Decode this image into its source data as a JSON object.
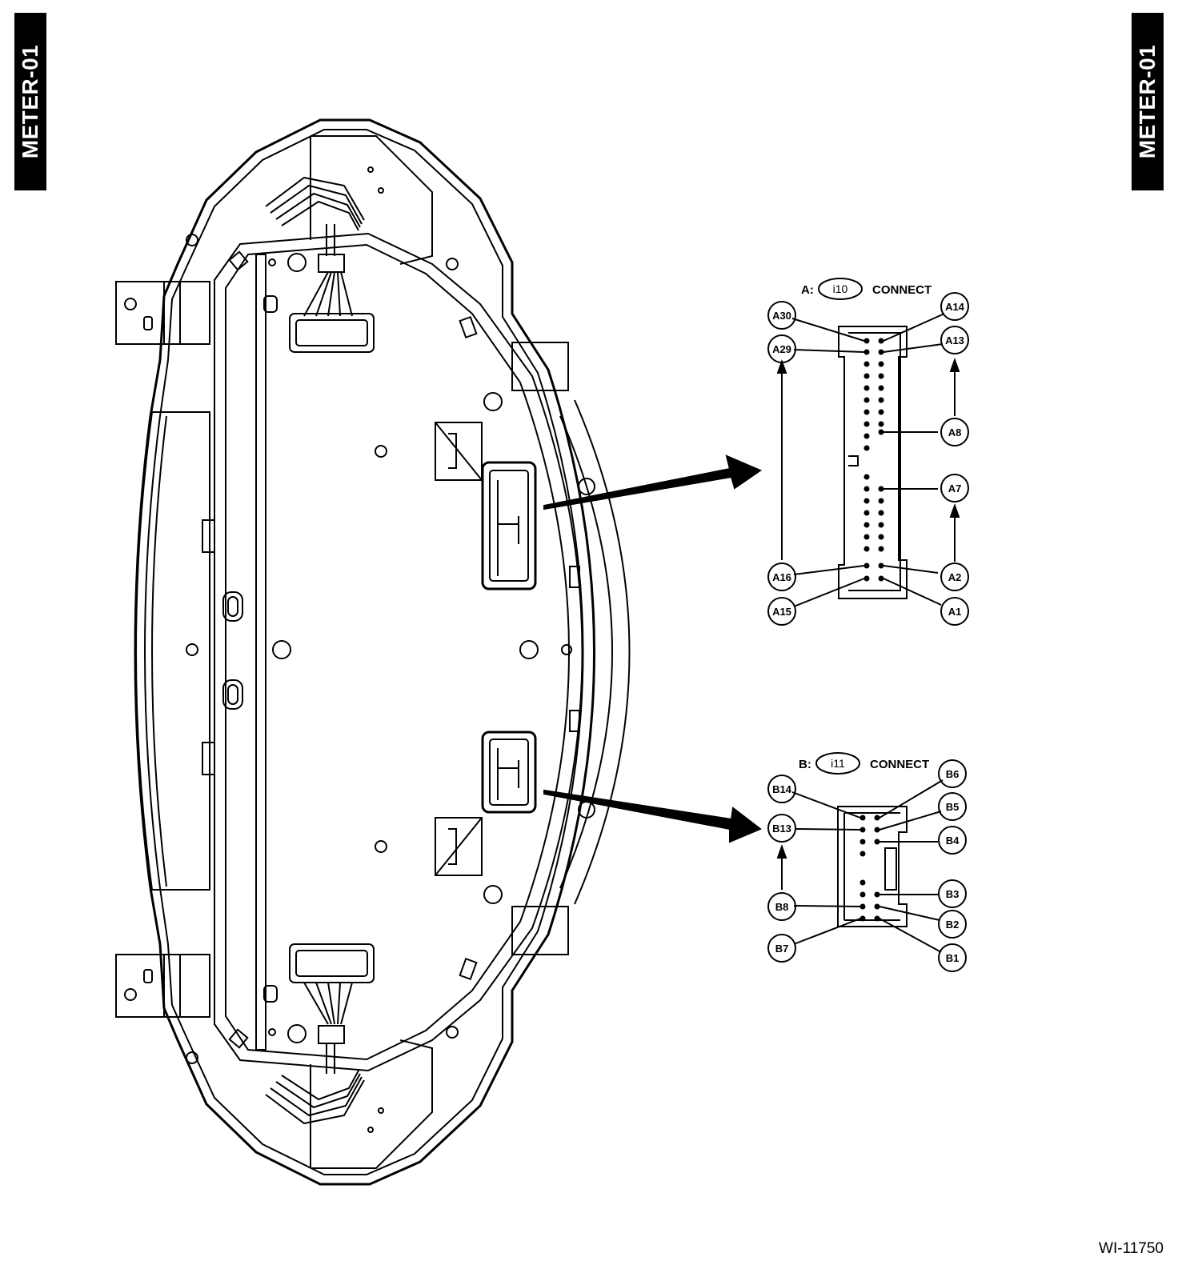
{
  "side_tabs": {
    "left": "METER-01",
    "right": "METER-01"
  },
  "figure_id": "WI-11750",
  "connector_a": {
    "prefix": "A:",
    "code": "i10",
    "connect_label": "CONNECT",
    "pins": {
      "A30": "A30",
      "A29": "A29",
      "A16": "A16",
      "A15": "A15",
      "A14": "A14",
      "A13": "A13",
      "A8": "A8",
      "A7": "A7",
      "A2": "A2",
      "A1": "A1"
    }
  },
  "connector_b": {
    "prefix": "B:",
    "code": "i11",
    "connect_label": "CONNECT",
    "pins": {
      "B14": "B14",
      "B13": "B13",
      "B8": "B8",
      "B7": "B7",
      "B6": "B6",
      "B5": "B5",
      "B4": "B4",
      "B3": "B3",
      "B2": "B2",
      "B1": "B1"
    }
  },
  "colors": {
    "line": "#000000",
    "background": "#ffffff",
    "tab": "#000000",
    "tab_text": "#ffffff"
  }
}
